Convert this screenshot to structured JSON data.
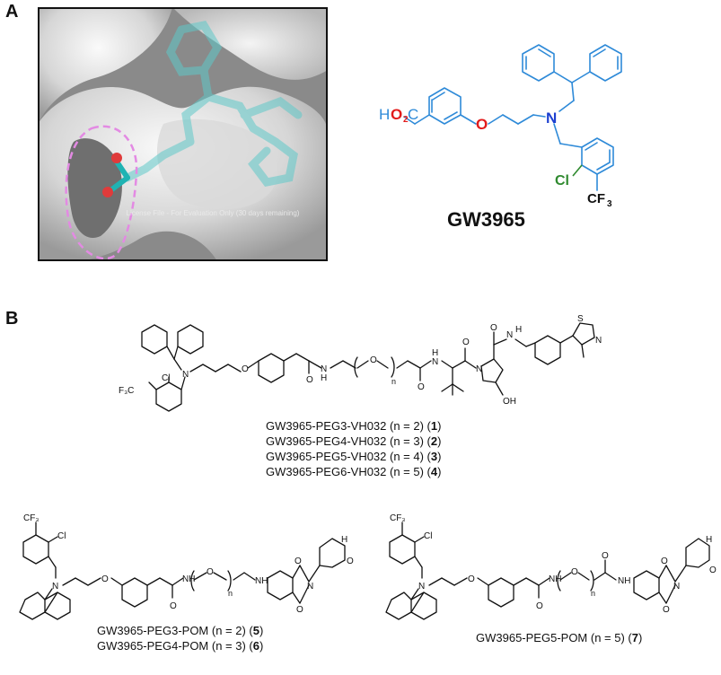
{
  "panel_a": {
    "letter": "A",
    "watermark": "License File - For Evaluation Only (30 days remaining)",
    "compound": {
      "name": "GW3965",
      "atoms": {
        "h": "H",
        "o": "O",
        "c2": "C",
        "o_ether": "O",
        "n": "N",
        "cl": "Cl",
        "cf3": "CF"
      },
      "subscripts": {
        "two": "2",
        "three": "3"
      }
    },
    "colors": {
      "blue": "#2e8ad8",
      "red": "#e21b1b",
      "navy": "#1c3fd0",
      "green": "#2f8a2f",
      "pocket_outline": "#e38ae3"
    }
  },
  "panel_b": {
    "letter": "B",
    "vh032": {
      "captions": [
        {
          "text": "GW3965-PEG3-VH032 (n = 2) (",
          "num": "1",
          "close": ")"
        },
        {
          "text": "GW3965-PEG4-VH032 (n = 3) (",
          "num": "2",
          "close": ")"
        },
        {
          "text": "GW3965-PEG5-VH032 (n = 4) (",
          "num": "3",
          "close": ")"
        },
        {
          "text": "GW3965-PEG6-VH032 (n = 5) (",
          "num": "4",
          "close": ")"
        }
      ],
      "labels": {
        "f3c": "F₃C",
        "cl": "Cl",
        "n": "N",
        "o": "O",
        "nh": "N",
        "h": "H",
        "n_sub": "n",
        "oh": "OH",
        "s": "S"
      }
    },
    "pom_left": {
      "captions": [
        {
          "text": "GW3965-PEG3-POM (n = 2) (",
          "num": "5",
          "close": ")"
        },
        {
          "text": "GW3965-PEG4-POM (n = 3) (",
          "num": "6",
          "close": ")"
        }
      ],
      "labels": {
        "cf3": "CF₃",
        "cl": "Cl",
        "n": "N",
        "o": "O",
        "nh": "NH",
        "n_sub": "n",
        "h": "H"
      }
    },
    "pom_right": {
      "captions": [
        {
          "text": "GW3965-PEG5-POM (n = 5) (",
          "num": "7",
          "close": ")"
        }
      ],
      "labels": {
        "cf3": "CF₃",
        "cl": "Cl",
        "n": "N",
        "o": "O",
        "nh": "NH",
        "n_sub": "n",
        "h": "H"
      }
    }
  }
}
